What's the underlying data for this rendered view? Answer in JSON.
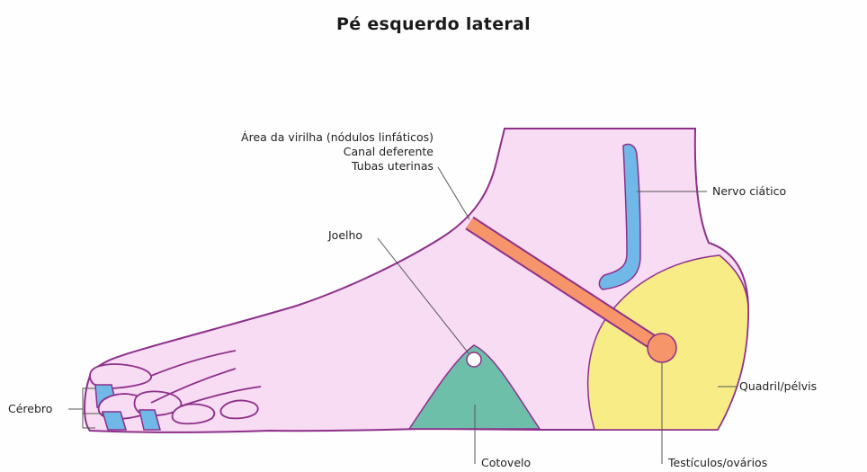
{
  "title": "Pé esquerdo lateral",
  "labels": {
    "groin_line1": "Área da virilha (nódulos linfáticos)",
    "groin_line2": "Canal deferente",
    "groin_line3": "Tubas uterinas",
    "sciatic": "Nervo ciático",
    "knee": "Joelho",
    "brain": "Cérebro",
    "hip": "Quadril/pélvis",
    "elbow": "Cotovelo",
    "gonads": "Testículos/ovários"
  },
  "colors": {
    "foot": "#f7dcf3",
    "outline": "#8e2f8a",
    "hip_zone": "#f7ec86",
    "elbow_zone": "#6dbfaa",
    "groin_band": "#f6956a",
    "sciatic_zone": "#6fb8e8",
    "brain_zone": "#6fb8e8"
  }
}
